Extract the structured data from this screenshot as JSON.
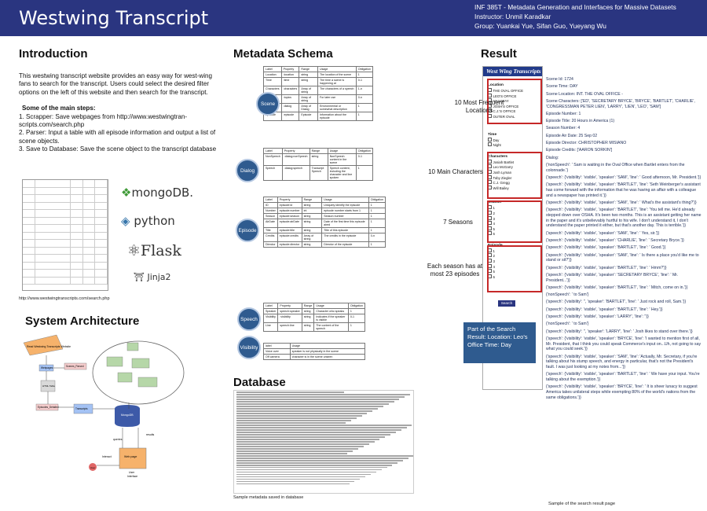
{
  "banner": {
    "title": "Westwing Transcript",
    "course": "INF 385T - Metadata Generation and Interfaces for Massive Datasets",
    "instructor": "Instructor: Unmil Karadkar",
    "group": "Group: Yuankai Yue, Sifan Guo, Yueyang Wu"
  },
  "intro": {
    "heading": "Introduction",
    "para": "This westwing transcript website provides an easy way for west-wing fans to search for the transcript. Users could select the desired filter options on the left of this website and then search for the transcript.",
    "steps_title": "Some of the main steps:",
    "step1": "1. Scrapper: Save webpages from http://www.westwingtran-scripts.com/search.php",
    "step2": "2. Parser: Input a table with all episode information and output a list of scene objects.",
    "step3": "3. Save to Database: Save the scene object to the transcript database",
    "url": "http://www.westwingtranscripts.com/search.php",
    "logos": [
      "mongoDB.",
      "python",
      "Flask",
      "Jinja2"
    ]
  },
  "arch": {
    "heading": "System Architecture",
    "nodes": [
      "Read Westwing Transcripts Website",
      "Webpages",
      "Scenes_Parsed",
      "HTML Table",
      "Episodes_Detailed",
      "Transcripts",
      "MongoDB",
      "Web page",
      "User Interface",
      "User"
    ],
    "edges": [
      "Interact",
      "queries",
      "results"
    ]
  },
  "schema": {
    "heading": "Metadata Schema",
    "bubbles": [
      "Scene",
      "Dialog",
      "Episode",
      "Speech",
      "Visibility"
    ]
  },
  "database": {
    "heading": "Database",
    "caption": "Sample metadata saved in database"
  },
  "result": {
    "heading": "Result",
    "site_title": "West Wing Transcripts",
    "location_title": "Location",
    "locations": [
      "THE OVAL OFFICE",
      "LEO'S OFFICE",
      "HALLWAY",
      "JOSH'S OFFICE",
      "C.J.'S OFFICE",
      "OUTER OVAL"
    ],
    "time_title": "Time",
    "times": [
      "Day",
      "Night"
    ],
    "characters_title": "Characters",
    "characters": [
      "Josiah Bartlet",
      "Leo McGarry",
      "Josh Lyman",
      "Toby Ziegler",
      "C.J. Gregg",
      "Will Bailey"
    ],
    "season_title": "Season",
    "seasons": [
      "1",
      "2",
      "3",
      "4",
      "5",
      "6"
    ],
    "episode_title": "Episode",
    "episodes": [
      "1",
      "2",
      "3",
      "4",
      "5",
      "6"
    ],
    "search": "Search",
    "labels": [
      "10 Most Frequent Locations",
      "10 Main Characters",
      "7 Seasons",
      "Each season has at most 23 episodes"
    ],
    "callout": "Part of the Search Result: Location: Leo's Office Time: Day",
    "output": [
      "Scene Id: 1724",
      "Scene Time: DAY",
      "Scene Location: INT. THE OVAL OFFICE -",
      "Scene Characters: ['ED', 'SECRETARY BRYCE', 'BRYCE', 'BARTLET', 'CHARLIE', 'CONGRESSMAN PETER LIEN', 'LARRY', 'LIEN', 'LEO', 'SAM']",
      "Episode Number: 1",
      "Episode Title: 20 Hours in America (1)",
      "Season Number: 4",
      "Episode Air Date: 25 Sep 02",
      "Episode Director: CHRISTOPHER MISIANO",
      "Episode Credits: ['AARON SORKIN']",
      "Dialog:",
      "{'nonSpeech': ' Sam is waiting in the Oval Office when Bartlet enters from the colonnade.'}",
      "{'speech': {'visibility': 'visible', 'speaker': 'SAM', 'line': ' Good afternoon, Mr. President.'}}",
      "{'speech': {'visibility': 'visible', 'speaker': 'BARTLET', 'line': 'Seth Weinberger's assistant has come forward with the information that he was having an affair with a colleague and a newspaper has printed it.'}}",
      "{'speech': {'visibility': 'visible', 'speaker': 'SAM', 'line': ' What's the assistant's thing?'}}",
      "{'speech': {'visibility': 'visible', 'speaker': 'BARTLET', 'line': 'You tell me. He'd already stepped down over OSHA. It's been two months. This is an assistant getting her name in the paper and it's unbelievably hurtful to his wife. I don't understand it, I don't understand the paper printed it either, but that's another day. This is terrible.'}}",
      "{'speech': {'visibility': 'visible', 'speaker': 'SAM', 'line': ' Yes, sir.'}}",
      "{'speech': {'visibility': 'visible', 'speaker': 'CHARLIE', 'line': ' Secretary Bryce.'}}",
      "{'speech': {'visibility': 'visible', 'speaker': 'BARTLET', 'line': ' Good.'}}",
      "{'speech': {'visibility': 'visible', 'speaker': 'SAM', 'line': ' Is there a place you'd like me to stand or sit?'}}",
      "{'speech': {'visibility': 'visible', 'speaker': 'BARTLET', 'line': ' Hmm?'}}",
      "{'speech': {'visibility': 'visible', 'speaker': 'SECRETARY BRYCE', 'line': ' Mr. President...'}}",
      "{'speech': {'visibility': 'visible', 'speaker': 'BARTLET', 'line': ' Mitch, come on in.'}}",
      "{'nonSpeech': ' to Sam'}",
      "{'speech': {'visibility': '', 'speaker': 'BARTLET', 'line': ' Just rock and roll, Sam.'}}",
      "{'speech': {'visibility': 'visible', 'speaker': 'BARTLET', 'line': ' Hey.'}}",
      "{'speech': {'visibility': 'visible', 'speaker': 'LARRY', 'line': ''}}",
      "{'nonSpeech': ' to Sam'}",
      "{'speech': {'visibility': '', 'speaker': 'LARRY', 'line': ' Josh likes to stand over there.'}}",
      "{'speech': {'visibility': 'visible', 'speaker': 'BRYCE', 'line': 'I wanted to mention first of all, Mr. President, that I think you could speak Commerce's input on...Uh, not going to say what you could seek.'}}",
      "{'speech': {'visibility': 'visible', 'speaker': 'SAM', 'line': 'Actually, Mr. Secretary, if you're talking about his stump speech, and energy in particular, that's not the President's fault. I was just looking at my notes from...'}}",
      "{'speech': {'visibility': 'visible', 'speaker': 'BARTLET', 'line': ' We have your input. You're talking about the exemption.'}}",
      "{'speech': {'visibility': 'visible', 'speaker': 'BRYCE', 'line': ' It is sheer lunacy to suggest America takes unilateral steps while exempting 80% of the world's nations from the same obligations.'}}"
    ],
    "caption": "Sample of the search result page"
  }
}
